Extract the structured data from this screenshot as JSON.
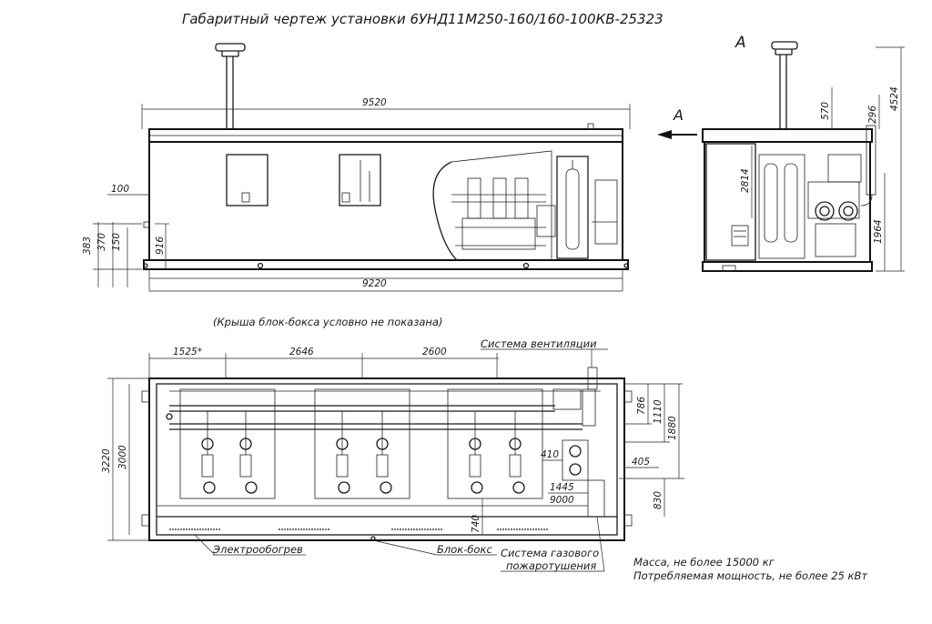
{
  "title": "Габаритный чертеж установки 6УНД11М250-160/160-100КВ-25323",
  "note_roof": "(Крыша блок-бокса условно не показана)",
  "view_label": "А",
  "arrow_label": "А",
  "dims": {
    "length_top": "9520",
    "length_base": "9220",
    "d100": "100",
    "d383": "383",
    "d370": "370",
    "d150": "150",
    "d916": "916",
    "d570": "570",
    "d296": "296",
    "d4524": "4524",
    "d2814": "2814",
    "d1964": "1964",
    "d1525": "1525*",
    "d2646": "2646",
    "d2600": "2600",
    "d3220": "3220",
    "d3000": "3000",
    "d786": "786",
    "d1110": "1110",
    "d1880": "1880",
    "d410": "410",
    "d405": "405",
    "d1445": "1445",
    "d9000": "9000",
    "d740": "740",
    "d830": "830"
  },
  "labels": {
    "ventilation": "Система вентиляции",
    "heating": "Электрообогрев",
    "block_box": "Блок-бокс",
    "fire_system_1": "Система газового",
    "fire_system_2": "пожаротушения"
  },
  "specs": {
    "mass": "Масса, не более      15000 кг",
    "power": "Потребляемая мощность, не более 25 кВт"
  }
}
